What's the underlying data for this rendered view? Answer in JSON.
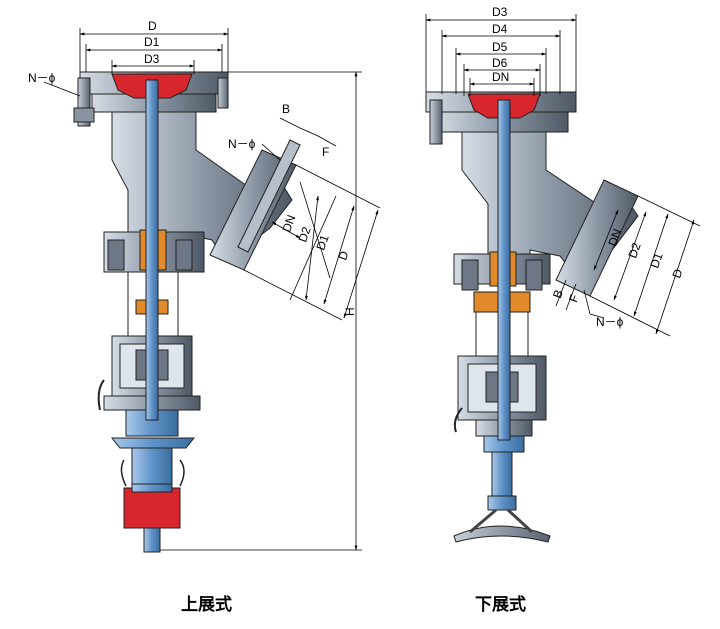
{
  "left_view": {
    "caption": "上展式",
    "dims_top": [
      "D",
      "D1",
      "D3"
    ],
    "dims_side": [
      "DN",
      "D2",
      "D1",
      "D"
    ],
    "bolt_top": "N－ϕ",
    "bolt_side": "N－ϕ",
    "b": "B",
    "f": "F",
    "height": "H"
  },
  "right_view": {
    "caption": "下展式",
    "dims_top": [
      "D3",
      "D4",
      "D5",
      "D6",
      "DN"
    ],
    "dims_side": [
      "DN",
      "D2",
      "D1",
      "D"
    ],
    "bolt_side": "N－ϕ",
    "b": "B",
    "f": "F"
  },
  "colors": {
    "body": "#9aa4b0",
    "body_dark": "#4e5866",
    "stem": "#6f9fd0",
    "disc": "#d8262f",
    "bracket": "#e08a2c",
    "metal_light": "#c9d2dd"
  }
}
